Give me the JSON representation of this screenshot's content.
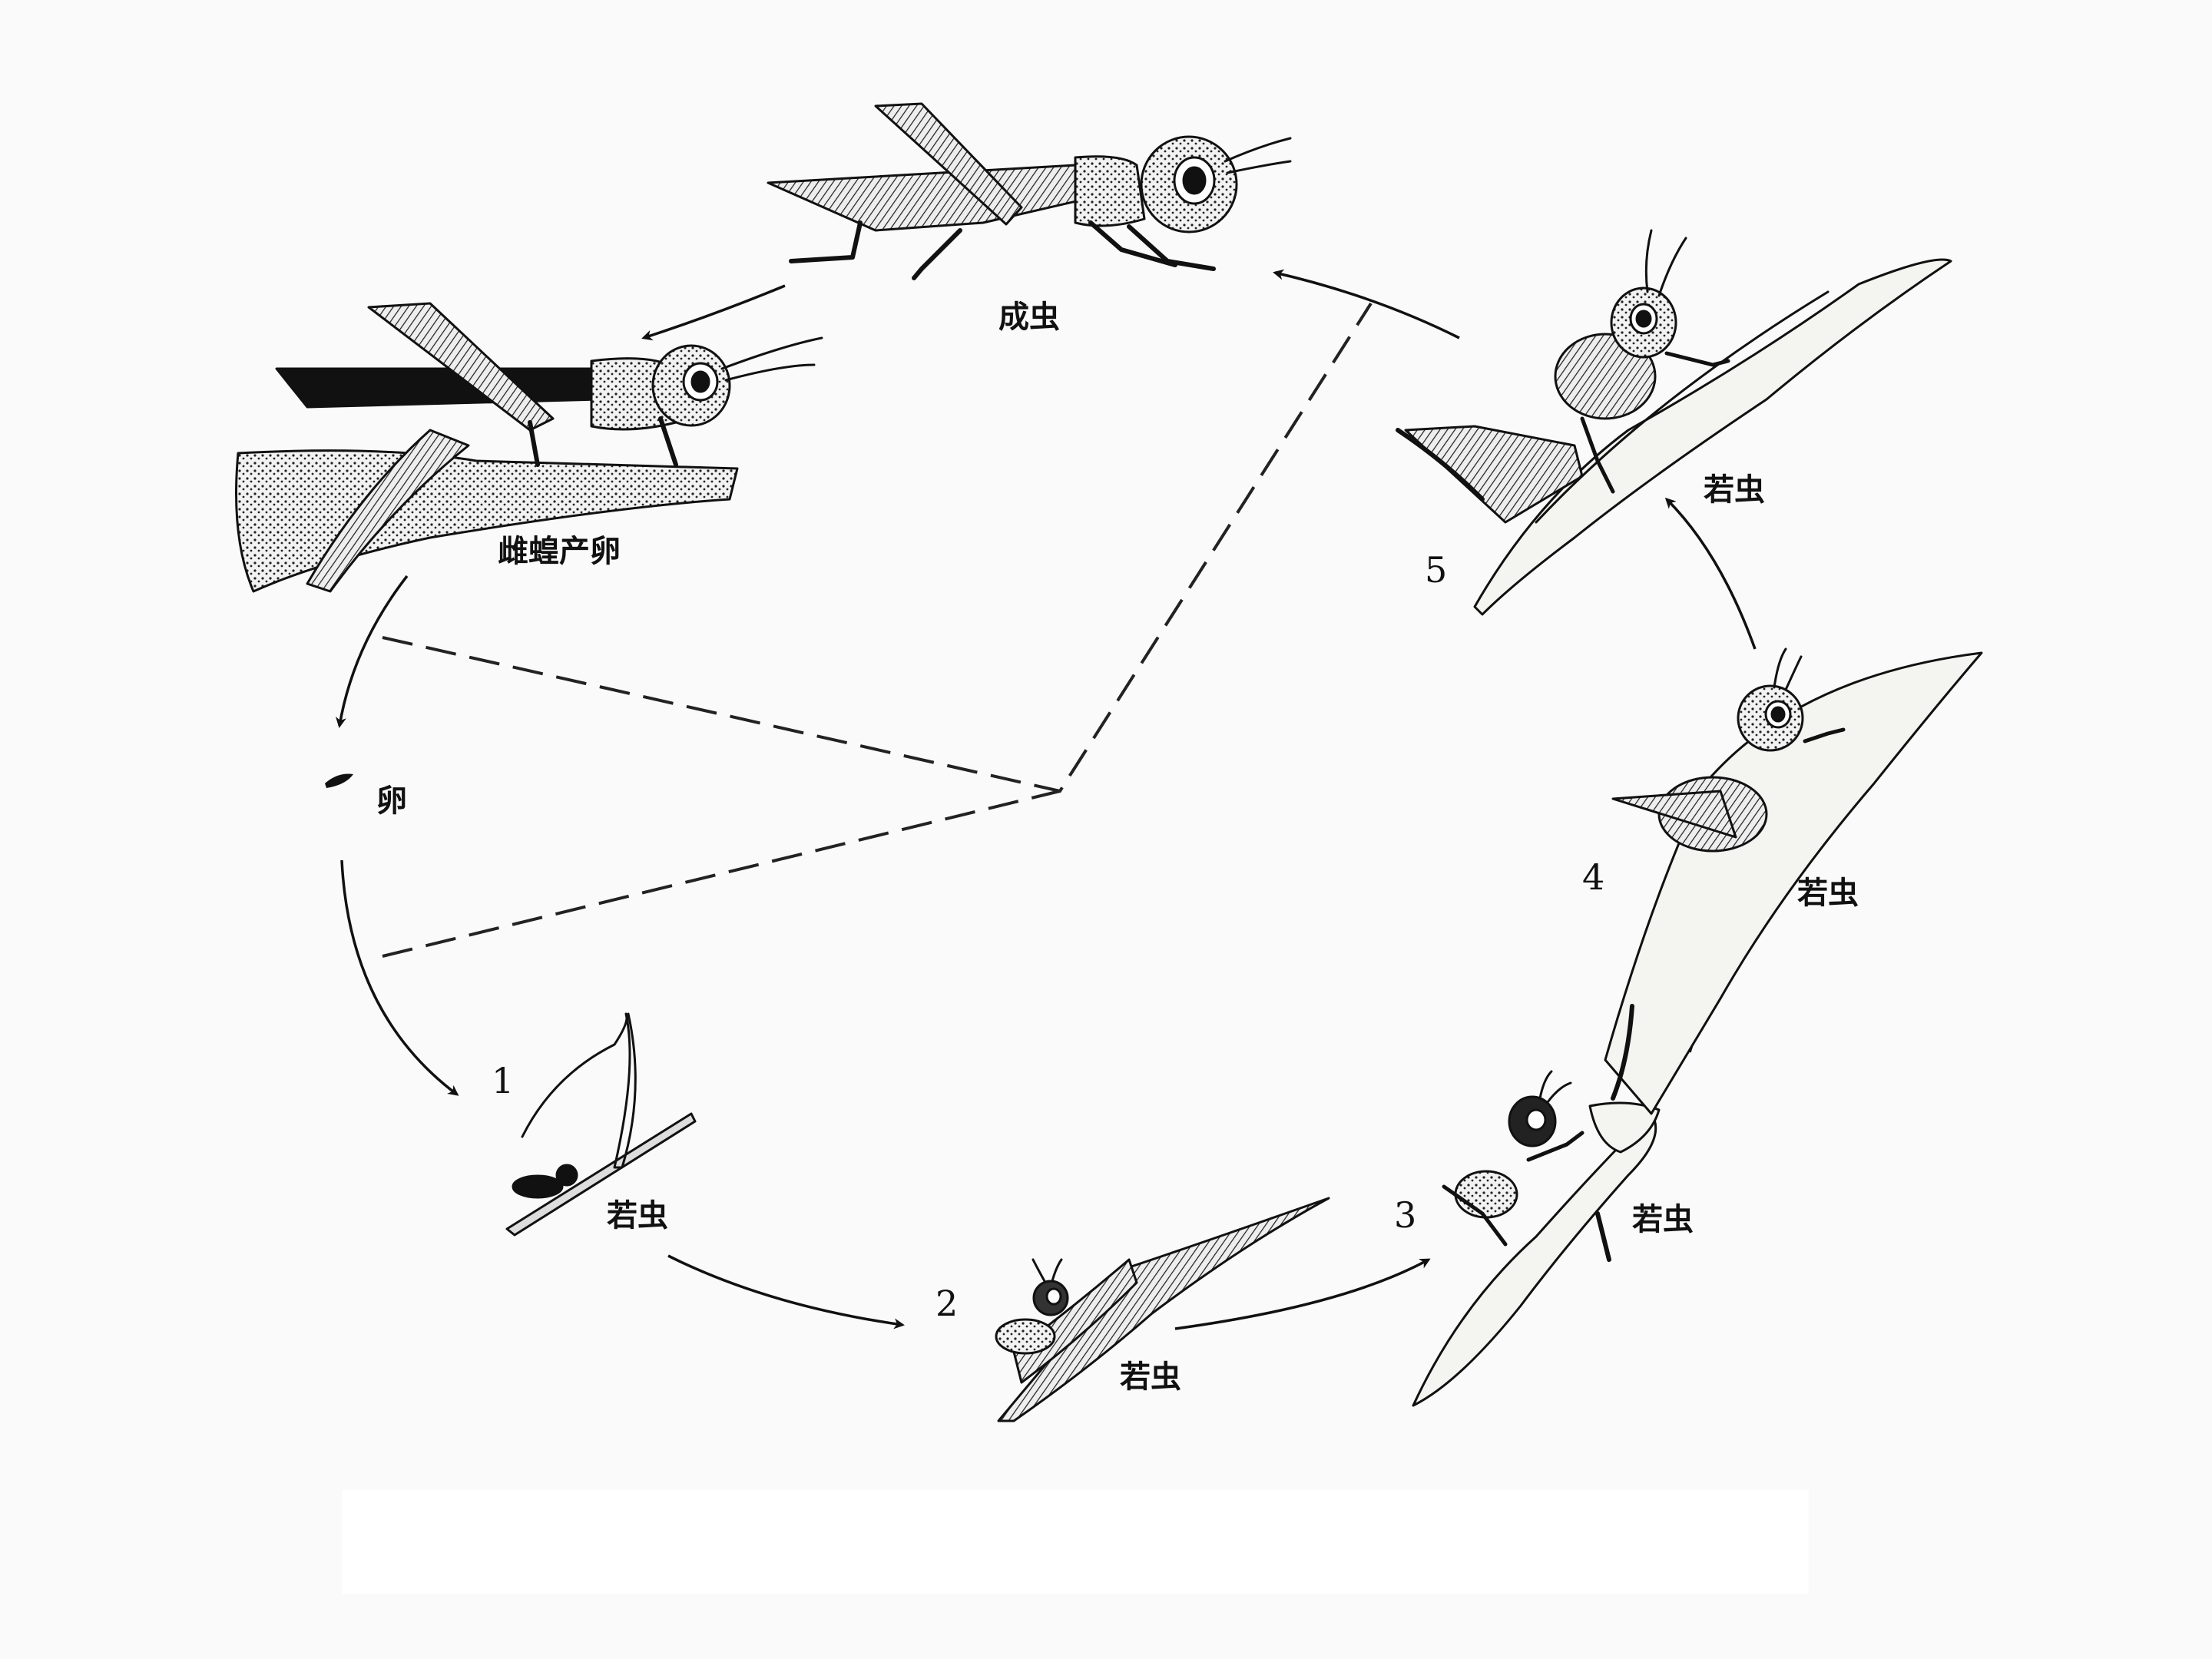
{
  "stages": {
    "adult": "成虫",
    "female_laying": "雌蝗产卵",
    "egg": "卵",
    "nymph1": "若虫",
    "nymph2": "若虫",
    "nymph3": "若虫",
    "nymph4": "若虫",
    "nymph5": "若虫"
  },
  "numbers": {
    "n1": "1",
    "n2": "2",
    "n3": "3",
    "n4": "4",
    "n5": "5"
  },
  "colors": {
    "ink": "#111111",
    "background": "#fafafa",
    "leaf": "#f4f4f0"
  }
}
